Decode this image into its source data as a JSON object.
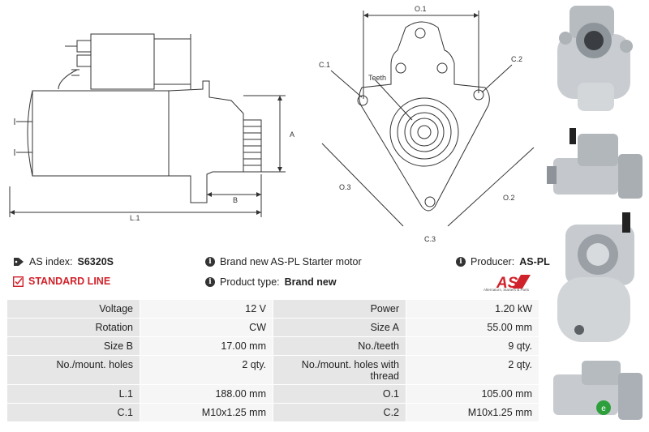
{
  "drawings": {
    "side_view_labels": {
      "a": "A",
      "b": "B",
      "l1": "L.1"
    },
    "front_view_labels": {
      "o1": "O.1",
      "o2": "O.2",
      "o3": "O.3",
      "c1": "C.1",
      "c2": "C.2",
      "c3": "C.3",
      "teeth": "Teeth"
    }
  },
  "photos": [
    {
      "icon": "starter-motor-photo-front-angle"
    },
    {
      "icon": "starter-motor-photo-side"
    },
    {
      "icon": "starter-motor-photo-flange"
    },
    {
      "icon": "starter-motor-photo-side-logo"
    }
  ],
  "info": {
    "index_label": "AS index:",
    "index_value": "S6320S",
    "standard_line": "STANDARD LINE",
    "description": "Brand new AS-PL Starter motor",
    "product_type_label": "Product type:",
    "product_type_value": "Brand new",
    "producer_label": "Producer:",
    "producer_value": "AS-PL",
    "logo_text": "AS",
    "logo_tagline": "Alternators, Starters & Parts"
  },
  "specs": [
    {
      "l1": "Voltage",
      "v1": "12 V",
      "l2": "Power",
      "v2": "1.20 kW"
    },
    {
      "l1": "Rotation",
      "v1": "CW",
      "l2": "Size A",
      "v2": "55.00 mm"
    },
    {
      "l1": "Size B",
      "v1": "17.00 mm",
      "l2": "No./teeth",
      "v2": "9 qty."
    },
    {
      "l1": "No./mount. holes",
      "v1": "2 qty.",
      "l2": "No./mount. holes with thread",
      "v2": "2 qty."
    },
    {
      "l1": "L.1",
      "v1": "188.00 mm",
      "l2": "O.1",
      "v2": "105.00 mm"
    },
    {
      "l1": "C.1",
      "v1": "M10x1.25 mm",
      "l2": "C.2",
      "v2": "M10x1.25 mm"
    }
  ]
}
